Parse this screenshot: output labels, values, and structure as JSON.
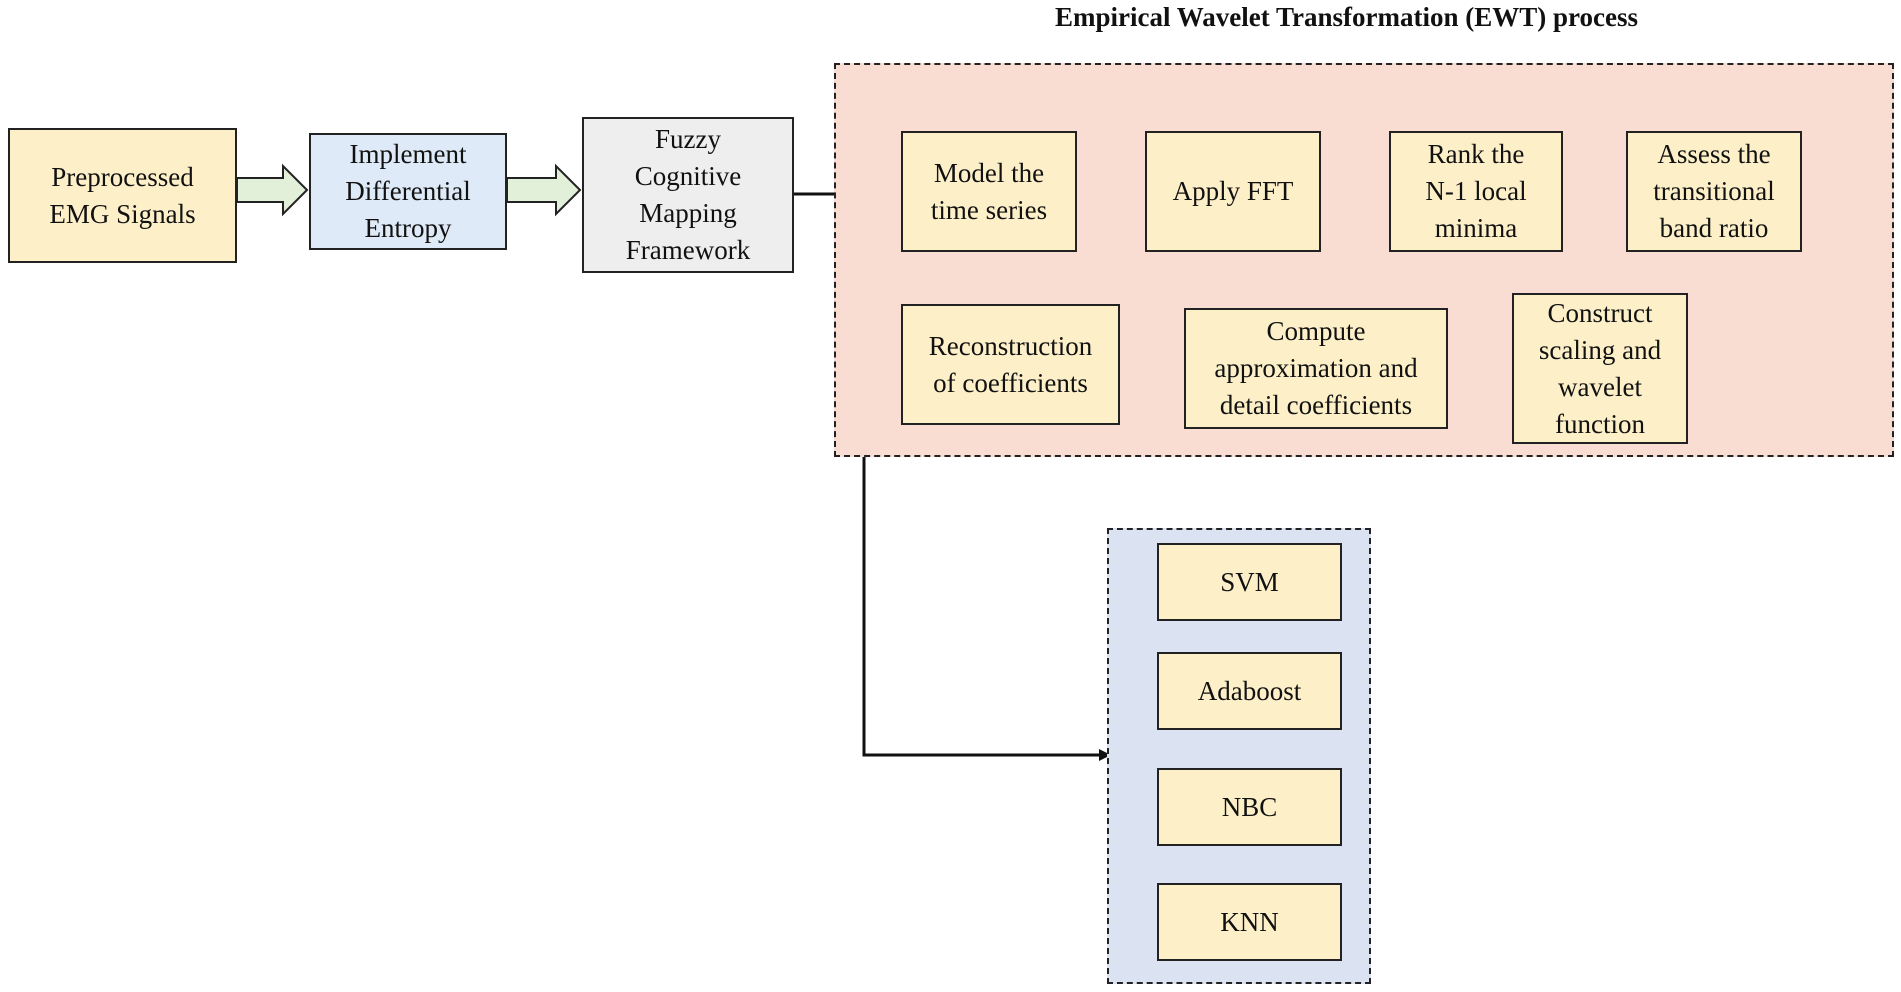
{
  "ewt_title": "Empirical Wavelet Transformation (EWT) process",
  "pipeline": {
    "preprocessed": "Preprocessed\nEMG Signals",
    "differential_entropy": "Implement\nDifferential\nEntropy",
    "fcm": "Fuzzy\nCognitive\nMapping\nFramework"
  },
  "ewt_steps": {
    "model_time_series": "Model the\ntime series",
    "apply_fft": "Apply FFT",
    "rank_minima": "Rank the\nN-1 local\nminima",
    "assess_ratio": "Assess the\ntransitional\nband ratio",
    "construct_functions": "Construct\nscaling and\nwavelet\nfunction",
    "compute_coefficients": "Compute\napproximation and\ndetail coefficients",
    "reconstruction": "Reconstruction\nof coefficients"
  },
  "classifiers": {
    "svm": "SVM",
    "adaboost": "Adaboost",
    "nbc": "NBC",
    "knn": "KNN"
  },
  "colors": {
    "box_yellow": "#fdf0c9",
    "box_blue": "#deeaf7",
    "box_gray": "#eeeeee",
    "ewt_region": "#f9ddd2",
    "classifier_region": "#dbe3f2",
    "block_arrow_fill": "#e2efd9"
  }
}
